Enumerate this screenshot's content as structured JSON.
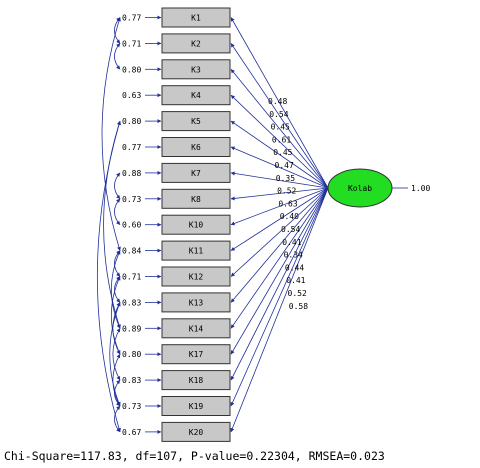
{
  "indicators": [
    {
      "id": "K1",
      "error": "0.77",
      "loading": "0.48"
    },
    {
      "id": "K2",
      "error": "0.71",
      "loading": "0.54"
    },
    {
      "id": "K3",
      "error": "0.80",
      "loading": "0.45"
    },
    {
      "id": "K4",
      "error": "0.63",
      "loading": "0.61"
    },
    {
      "id": "K5",
      "error": "0.80",
      "loading": "0.45"
    },
    {
      "id": "K6",
      "error": "0.77",
      "loading": "0.47"
    },
    {
      "id": "K7",
      "error": "0.88",
      "loading": "0.35"
    },
    {
      "id": "K8",
      "error": "0.73",
      "loading": "0.52"
    },
    {
      "id": "K10",
      "error": "0.60",
      "loading": "0.63"
    },
    {
      "id": "K11",
      "error": "0.84",
      "loading": "0.40"
    },
    {
      "id": "K12",
      "error": "0.71",
      "loading": "0.54"
    },
    {
      "id": "K13",
      "error": "0.83",
      "loading": "0.41"
    },
    {
      "id": "K14",
      "error": "0.89",
      "loading": "0.34"
    },
    {
      "id": "K17",
      "error": "0.80",
      "loading": "0.44"
    },
    {
      "id": "K18",
      "error": "0.83",
      "loading": "0.41"
    },
    {
      "id": "K19",
      "error": "0.73",
      "loading": "0.52"
    },
    {
      "id": "K20",
      "error": "0.67",
      "loading": "0.58"
    }
  ],
  "latent": {
    "name": "Kolab",
    "variance": "1.00",
    "color": "#22dd22"
  },
  "path_color": "#1f2f9a",
  "fit_stats": "Chi-Square=117.83, df=107, P-value=0.22304, RMSEA=0.023"
}
